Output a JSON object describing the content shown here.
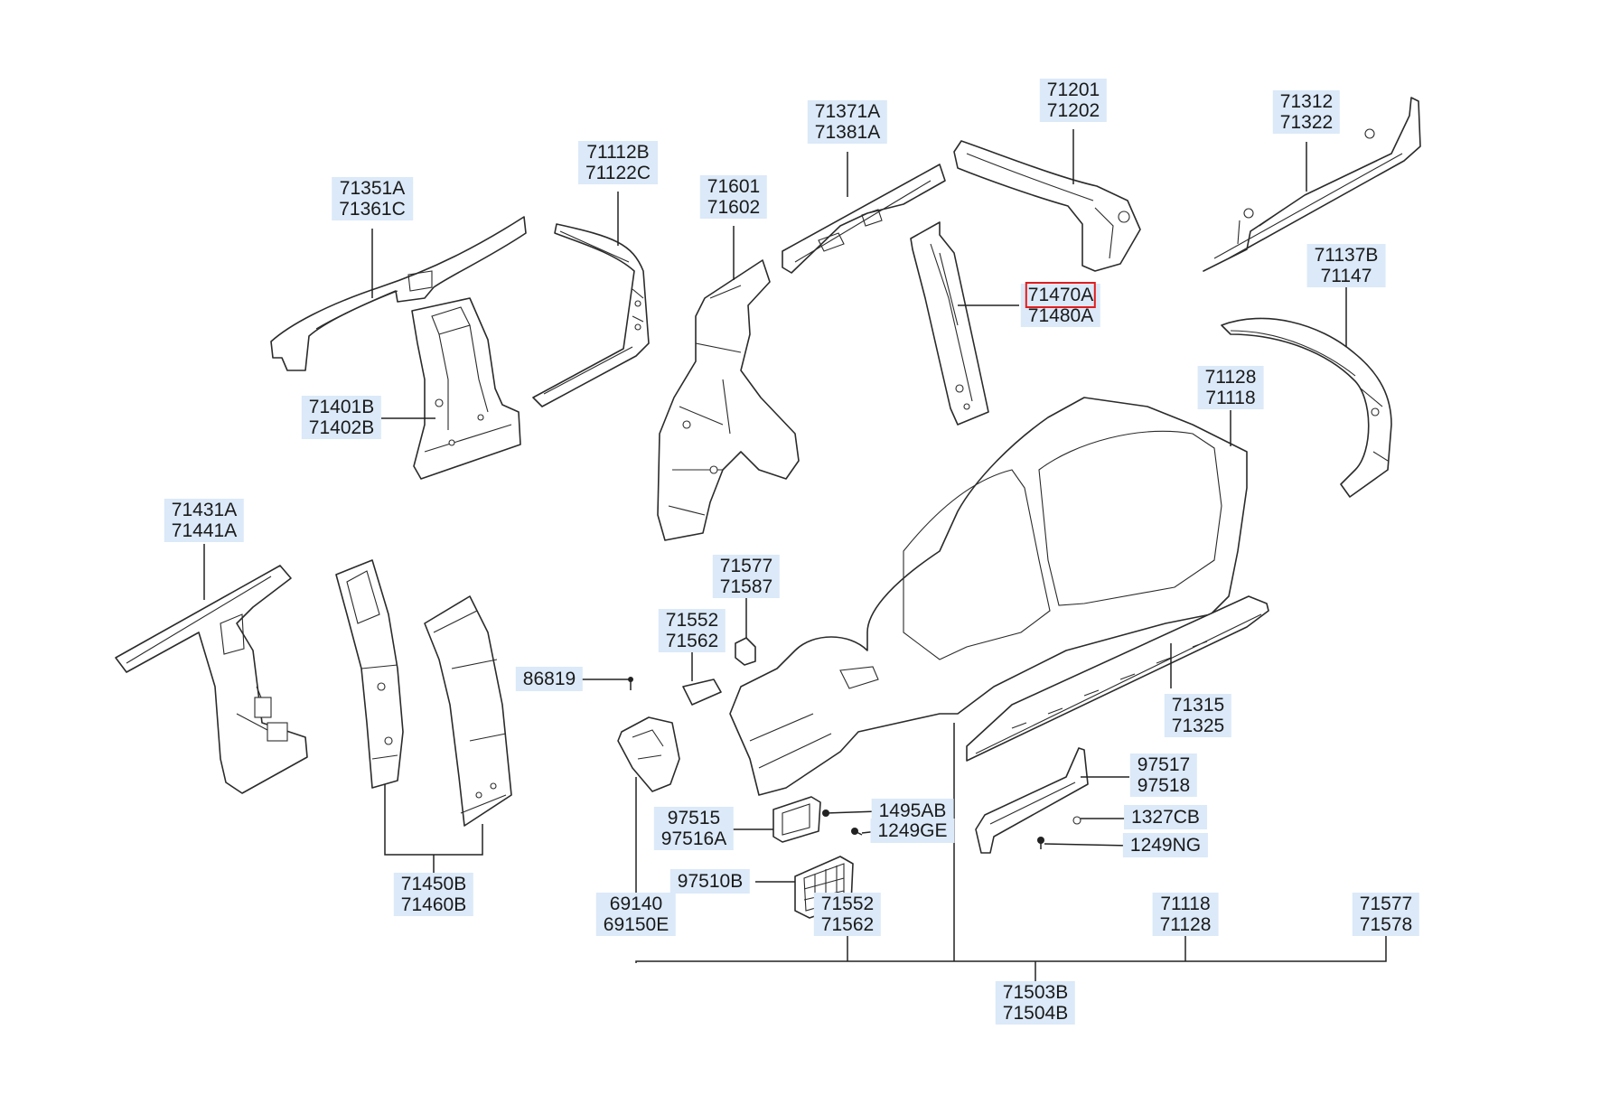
{
  "title": "",
  "highlighted_part": "71470A",
  "callouts": [
    {
      "id": "c71351",
      "lines": [
        "71351A",
        "71361C"
      ]
    },
    {
      "id": "c71112",
      "lines": [
        "71112B",
        "71122C"
      ]
    },
    {
      "id": "c71601",
      "lines": [
        "71601",
        "71602"
      ]
    },
    {
      "id": "c71371",
      "lines": [
        "71371A",
        "71381A"
      ]
    },
    {
      "id": "c71201",
      "lines": [
        "71201",
        "71202"
      ]
    },
    {
      "id": "c71312",
      "lines": [
        "71312",
        "71322"
      ]
    },
    {
      "id": "c71470",
      "lines": [
        "71470A",
        "71480A"
      ]
    },
    {
      "id": "c71137",
      "lines": [
        "71137B",
        "71147"
      ]
    },
    {
      "id": "c71401",
      "lines": [
        "71401B",
        "71402B"
      ]
    },
    {
      "id": "c71128",
      "lines": [
        "71128",
        "71118"
      ]
    },
    {
      "id": "c71431",
      "lines": [
        "71431A",
        "71441A"
      ]
    },
    {
      "id": "c71577a",
      "lines": [
        "71577",
        "71587"
      ]
    },
    {
      "id": "c71552a",
      "lines": [
        "71552",
        "71562"
      ]
    },
    {
      "id": "c86819",
      "lines": [
        "86819"
      ]
    },
    {
      "id": "c71315",
      "lines": [
        "71315",
        "71325"
      ]
    },
    {
      "id": "c97517",
      "lines": [
        "97517",
        "97518"
      ]
    },
    {
      "id": "c97515",
      "lines": [
        "97515",
        "97516A"
      ]
    },
    {
      "id": "c1495",
      "lines": [
        "1495AB"
      ]
    },
    {
      "id": "c1249ge",
      "lines": [
        "1249GE"
      ]
    },
    {
      "id": "c1327",
      "lines": [
        "1327CB"
      ]
    },
    {
      "id": "c1249ng",
      "lines": [
        "1249NG"
      ]
    },
    {
      "id": "c71450",
      "lines": [
        "71450B",
        "71460B"
      ]
    },
    {
      "id": "c97510",
      "lines": [
        "97510B"
      ]
    },
    {
      "id": "c69140",
      "lines": [
        "69140",
        "69150E"
      ]
    },
    {
      "id": "c71552b",
      "lines": [
        "71552",
        "71562"
      ]
    },
    {
      "id": "c71118",
      "lines": [
        "71118",
        "71128"
      ]
    },
    {
      "id": "c71577b",
      "lines": [
        "71577",
        "71578"
      ]
    },
    {
      "id": "c71503",
      "lines": [
        "71503B",
        "71504B"
      ]
    }
  ]
}
